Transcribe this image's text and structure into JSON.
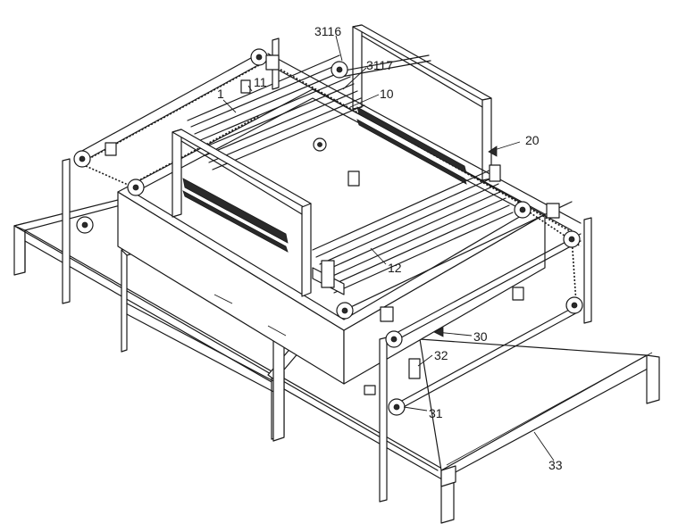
{
  "labels": {
    "l_3116": "3116",
    "l_3117": "3117",
    "l_1": "1",
    "l_11": "11",
    "l_10": "10",
    "l_20": "20",
    "l_12": "12",
    "l_30": "30",
    "l_32": "32",
    "l_31": "31",
    "l_33": "33"
  }
}
